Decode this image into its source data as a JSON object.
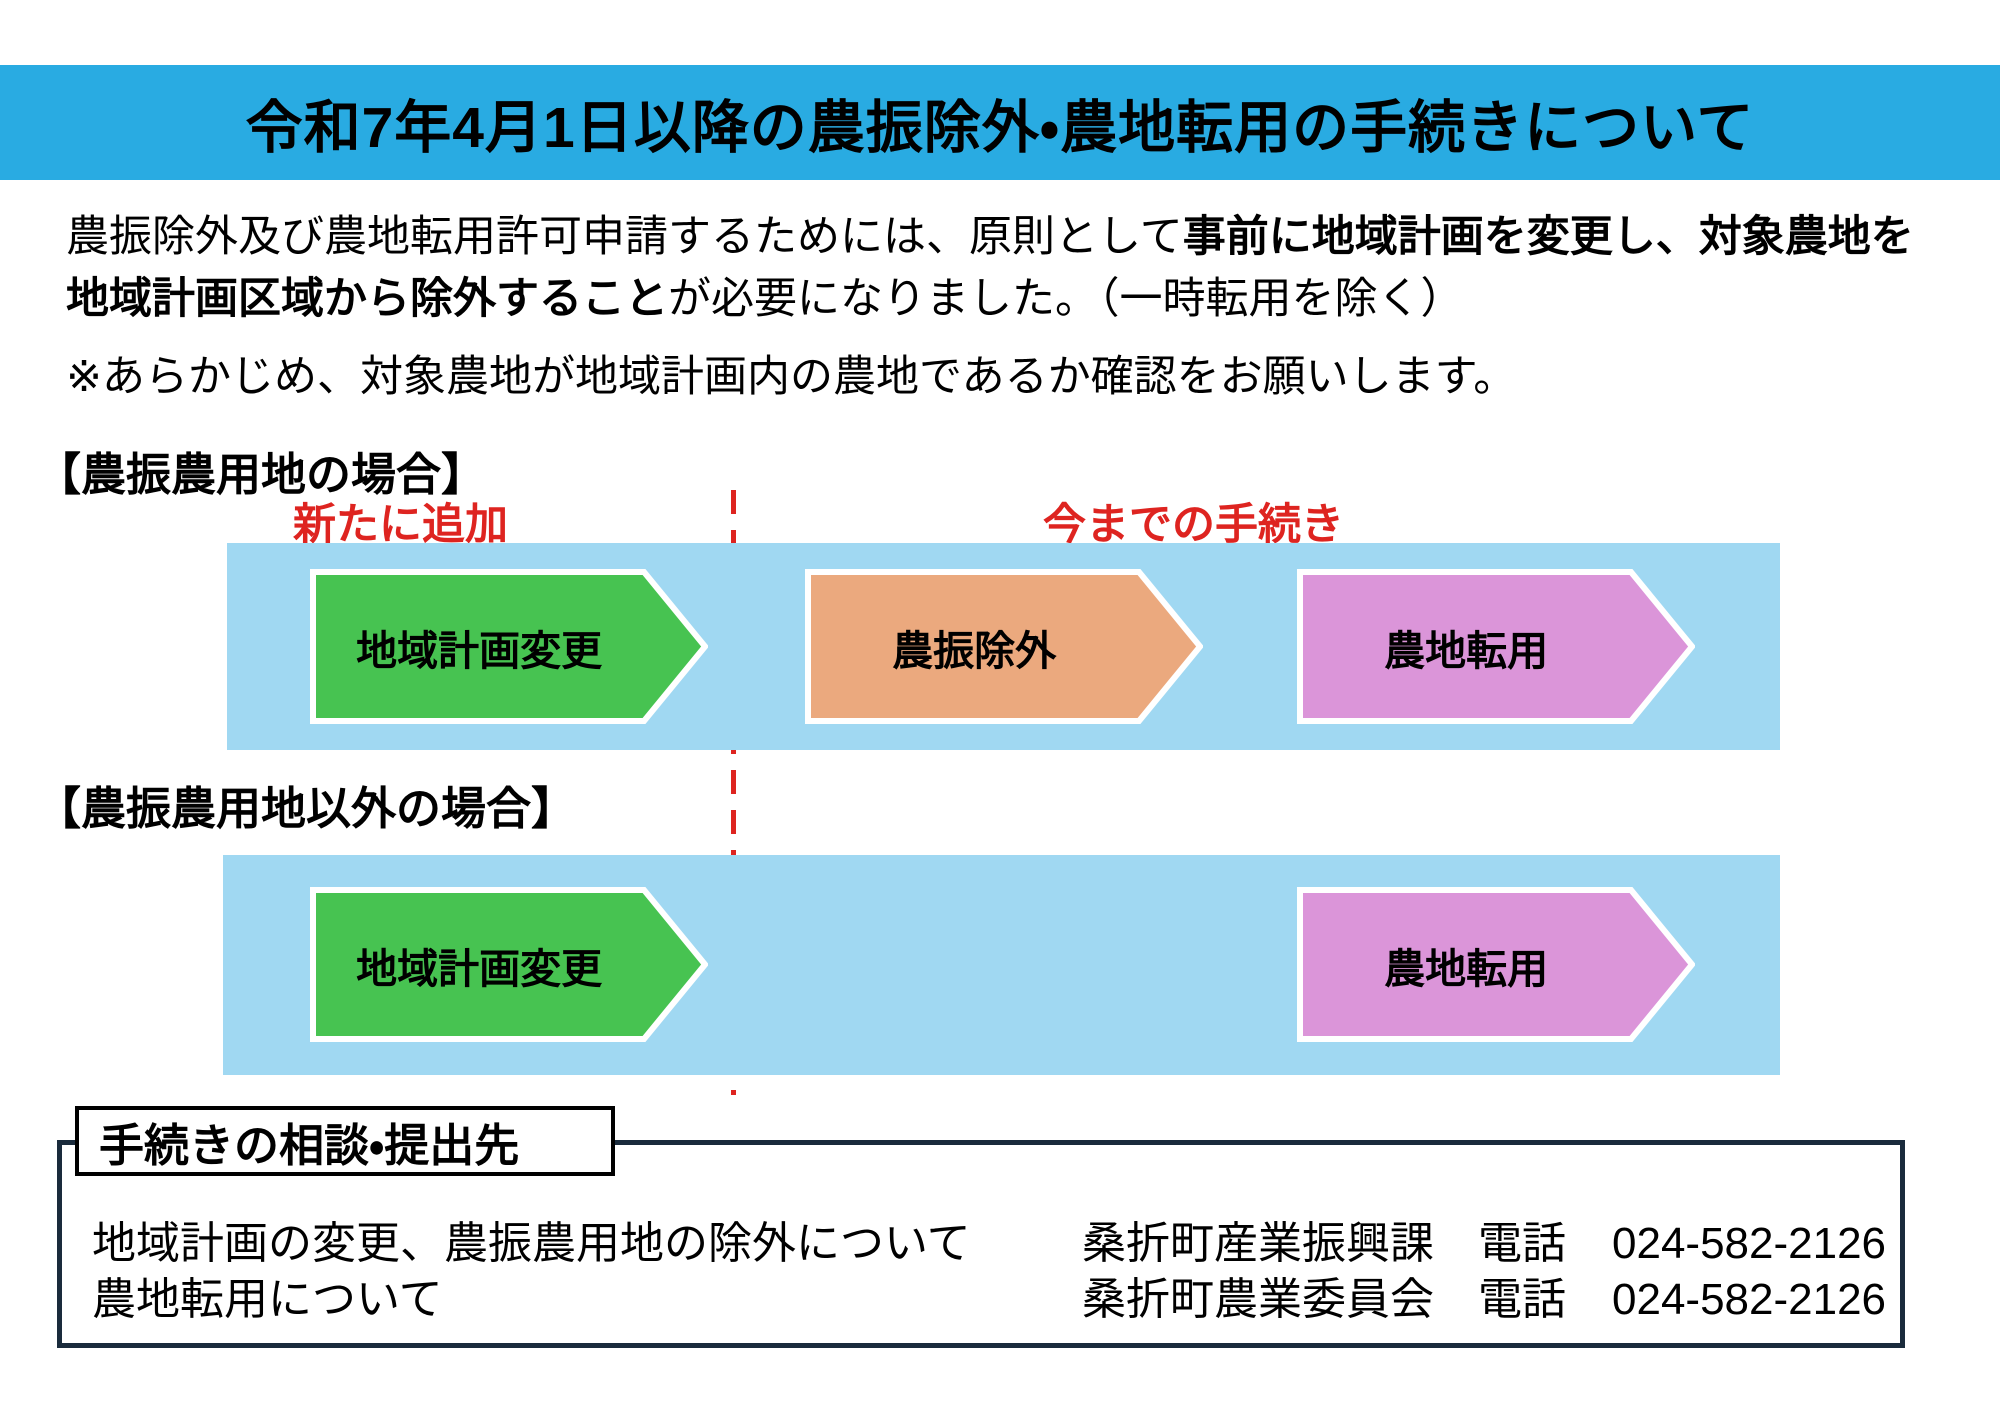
{
  "title": {
    "text": "令和7年4月1日以降の農振除外・農地転用の手続きについて",
    "bg_color": "#29ABE2"
  },
  "intro": {
    "line1_normal": "農振除外及び農地転用許可申請するためには、原則として",
    "line1_bold": "事前に地域計画を変更し、対象農地を",
    "line2_bold": "地域計画区域から除外すること",
    "line2_normal": "が必要になりました。（一時転用を除く）",
    "note": "※あらかじめ、対象農地が地域計画内の農地であるか確認をお願いします。"
  },
  "annotations": {
    "new_label": "新たに追加",
    "old_label": "今までの手続き",
    "accent_red": "#DE2420"
  },
  "flow_agricultural": {
    "heading": "【農振農用地の場合】",
    "band_color": "#A0D8F2",
    "steps": [
      {
        "label": "地域計画変更",
        "color": "#47C351"
      },
      {
        "label": "農振除外",
        "color": "#EBA97E"
      },
      {
        "label": "農地転用",
        "color": "#DB95D9"
      }
    ]
  },
  "flow_non_agricultural": {
    "heading": "【農振農用地以外の場合】",
    "band_color": "#A0D8F2",
    "steps": [
      {
        "label": "地域計画変更",
        "color": "#47C351"
      },
      {
        "label": "農地転用",
        "color": "#DB95D9"
      }
    ]
  },
  "contact": {
    "box_title": "手続きの相談・提出先",
    "border_color": "#1A2B3C",
    "rows": [
      {
        "subject": "地域計画の変更、農振農用地の除外について",
        "office": "桑折町産業振興課",
        "tel_label": "電話",
        "phone": "024-582-2126"
      },
      {
        "subject": "農地転用について",
        "office": "桑折町農業委員会",
        "tel_label": "電話",
        "phone": "024-582-2126"
      }
    ]
  }
}
